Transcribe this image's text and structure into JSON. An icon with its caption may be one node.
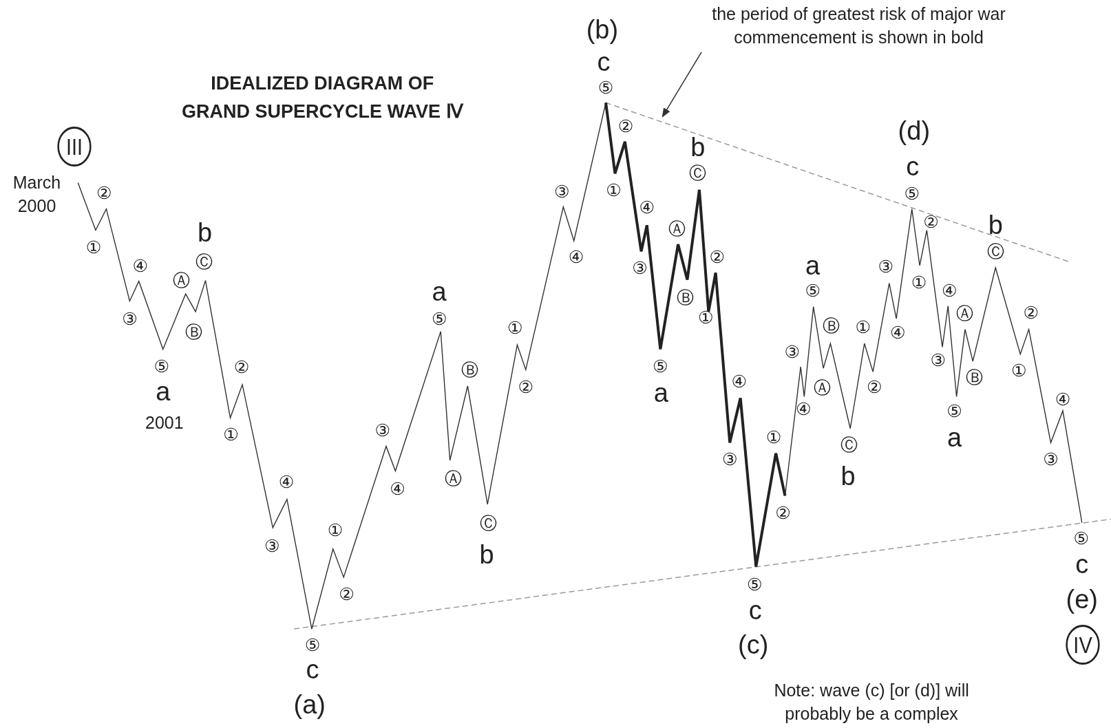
{
  "diagram": {
    "title": "IDEALIZED DIAGRAM OF GRAND SUPERCYCLE WAVE Ⅳ",
    "nodes": [
      {
        "text": [
          "the period of greatest risk of major war commencement is shown in bold"
        ]
      },
      {
        "text": [],
        "shape": "line"
      }
    ],
    "edges": [
      {
        "from": 0,
        "to": 1,
        "arrow": "to"
      }
    ],
    "labels": [
      "III",
      "March 2000",
      "①",
      "②",
      "③",
      "④",
      "⑤",
      "a",
      "2001",
      "Ⓐ",
      "Ⓑ",
      "Ⓒ",
      "b",
      "①",
      "②",
      "③",
      "④",
      "⑤",
      "c",
      "(a)",
      "①",
      "②",
      "③",
      "④",
      "⑤",
      "a",
      "Ⓐ",
      "Ⓑ",
      "Ⓒ",
      "b",
      "①",
      "②",
      "③",
      "④",
      "⑤",
      "c",
      "(b)",
      "①",
      "②",
      "③",
      "④",
      "⑤",
      "a",
      "Ⓐ",
      "Ⓑ",
      "Ⓒ",
      "b",
      "①",
      "②",
      "③",
      "④",
      "⑤",
      "c",
      "(c)",
      "①",
      "②",
      "③",
      "④",
      "⑤",
      "a",
      "Ⓐ",
      "Ⓑ",
      "Ⓒ",
      "b",
      "①",
      "②",
      "③",
      "④",
      "⑤",
      "c",
      "(d)",
      "①",
      "②",
      "③",
      "④",
      "⑤",
      "a",
      "Ⓐ",
      "Ⓑ",
      "Ⓒ",
      "b",
      "①",
      "②",
      "③",
      "④",
      "⑤",
      "c",
      "(e)",
      "IV",
      "Note: wave (c) [or (d)] will probably be a complex"
    ]
  }
}
